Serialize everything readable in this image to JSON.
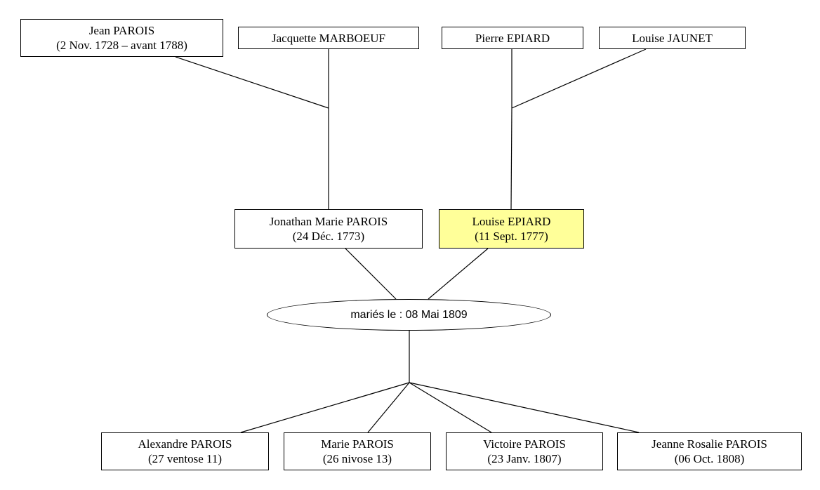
{
  "grandparents": {
    "jean": {
      "name": "Jean PAROIS",
      "dates": "(2 Nov. 1728 – avant 1788)"
    },
    "jacquette": {
      "name": "Jacquette MARBOEUF"
    },
    "pierre": {
      "name": "Pierre EPIARD"
    },
    "louise_j": {
      "name": "Louise JAUNET"
    }
  },
  "parents": {
    "jonathan": {
      "name": "Jonathan Marie PAROIS",
      "dates": "(24 Déc. 1773)"
    },
    "louise_e": {
      "name": "Louise EPIARD",
      "dates": "(11 Sept. 1777)"
    }
  },
  "marriage": {
    "label": "mariés le : 08 Mai 1809"
  },
  "children": [
    {
      "name": "Alexandre PAROIS",
      "dates": "(27 ventose 11)"
    },
    {
      "name": "Marie PAROIS",
      "dates": "(26 nivose 13)"
    },
    {
      "name": "Victoire PAROIS",
      "dates": "(23 Janv. 1807)"
    },
    {
      "name": "Jeanne Rosalie PAROIS",
      "dates": "(06 Oct. 1808)"
    }
  ],
  "colors": {
    "highlight": "#ffff99",
    "line": "#000000"
  }
}
